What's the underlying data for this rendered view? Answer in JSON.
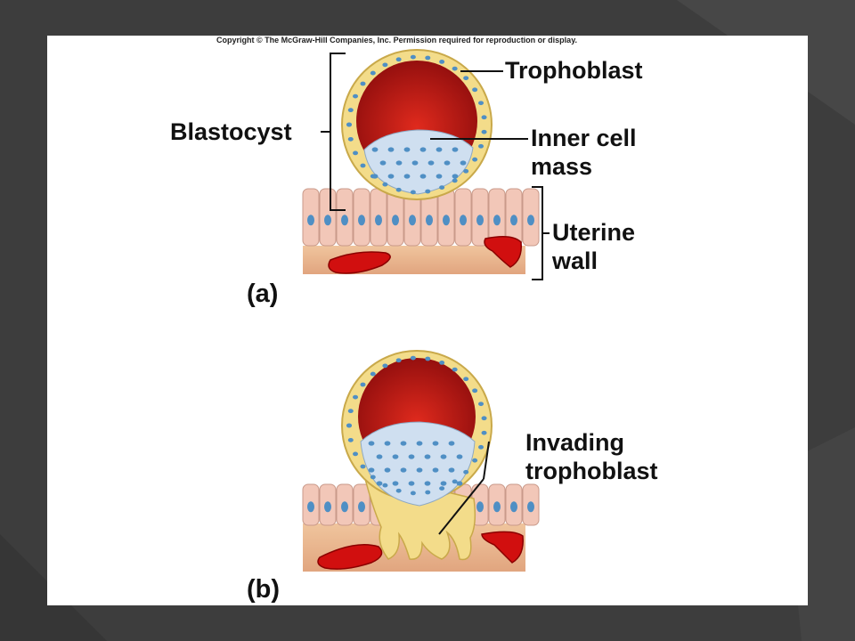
{
  "copyright": "Copyright © The McGraw-Hill Companies, Inc. Permission required for reproduction or display.",
  "labels": {
    "trophoblast": "Trophoblast",
    "blastocyst": "Blastocyst",
    "inner_cell_1": "Inner cell",
    "inner_cell_2": "mass",
    "uterine_1": "Uterine",
    "uterine_2": "wall",
    "invading_1": "Invading",
    "invading_2": "trophoblast"
  },
  "panels": {
    "a": "(a)",
    "b": "(b)"
  },
  "colors": {
    "background": "#3d3d3d",
    "slide": "#ffffff",
    "trophoblast": "#f3dc8a",
    "cavity": "#b31212",
    "inner_cell": "#cfdff0",
    "nucleus": "#4f8fc4",
    "epithelium": "#f2c7b8",
    "stroma": "#e9b48f",
    "vessel": "#d10f0f"
  }
}
